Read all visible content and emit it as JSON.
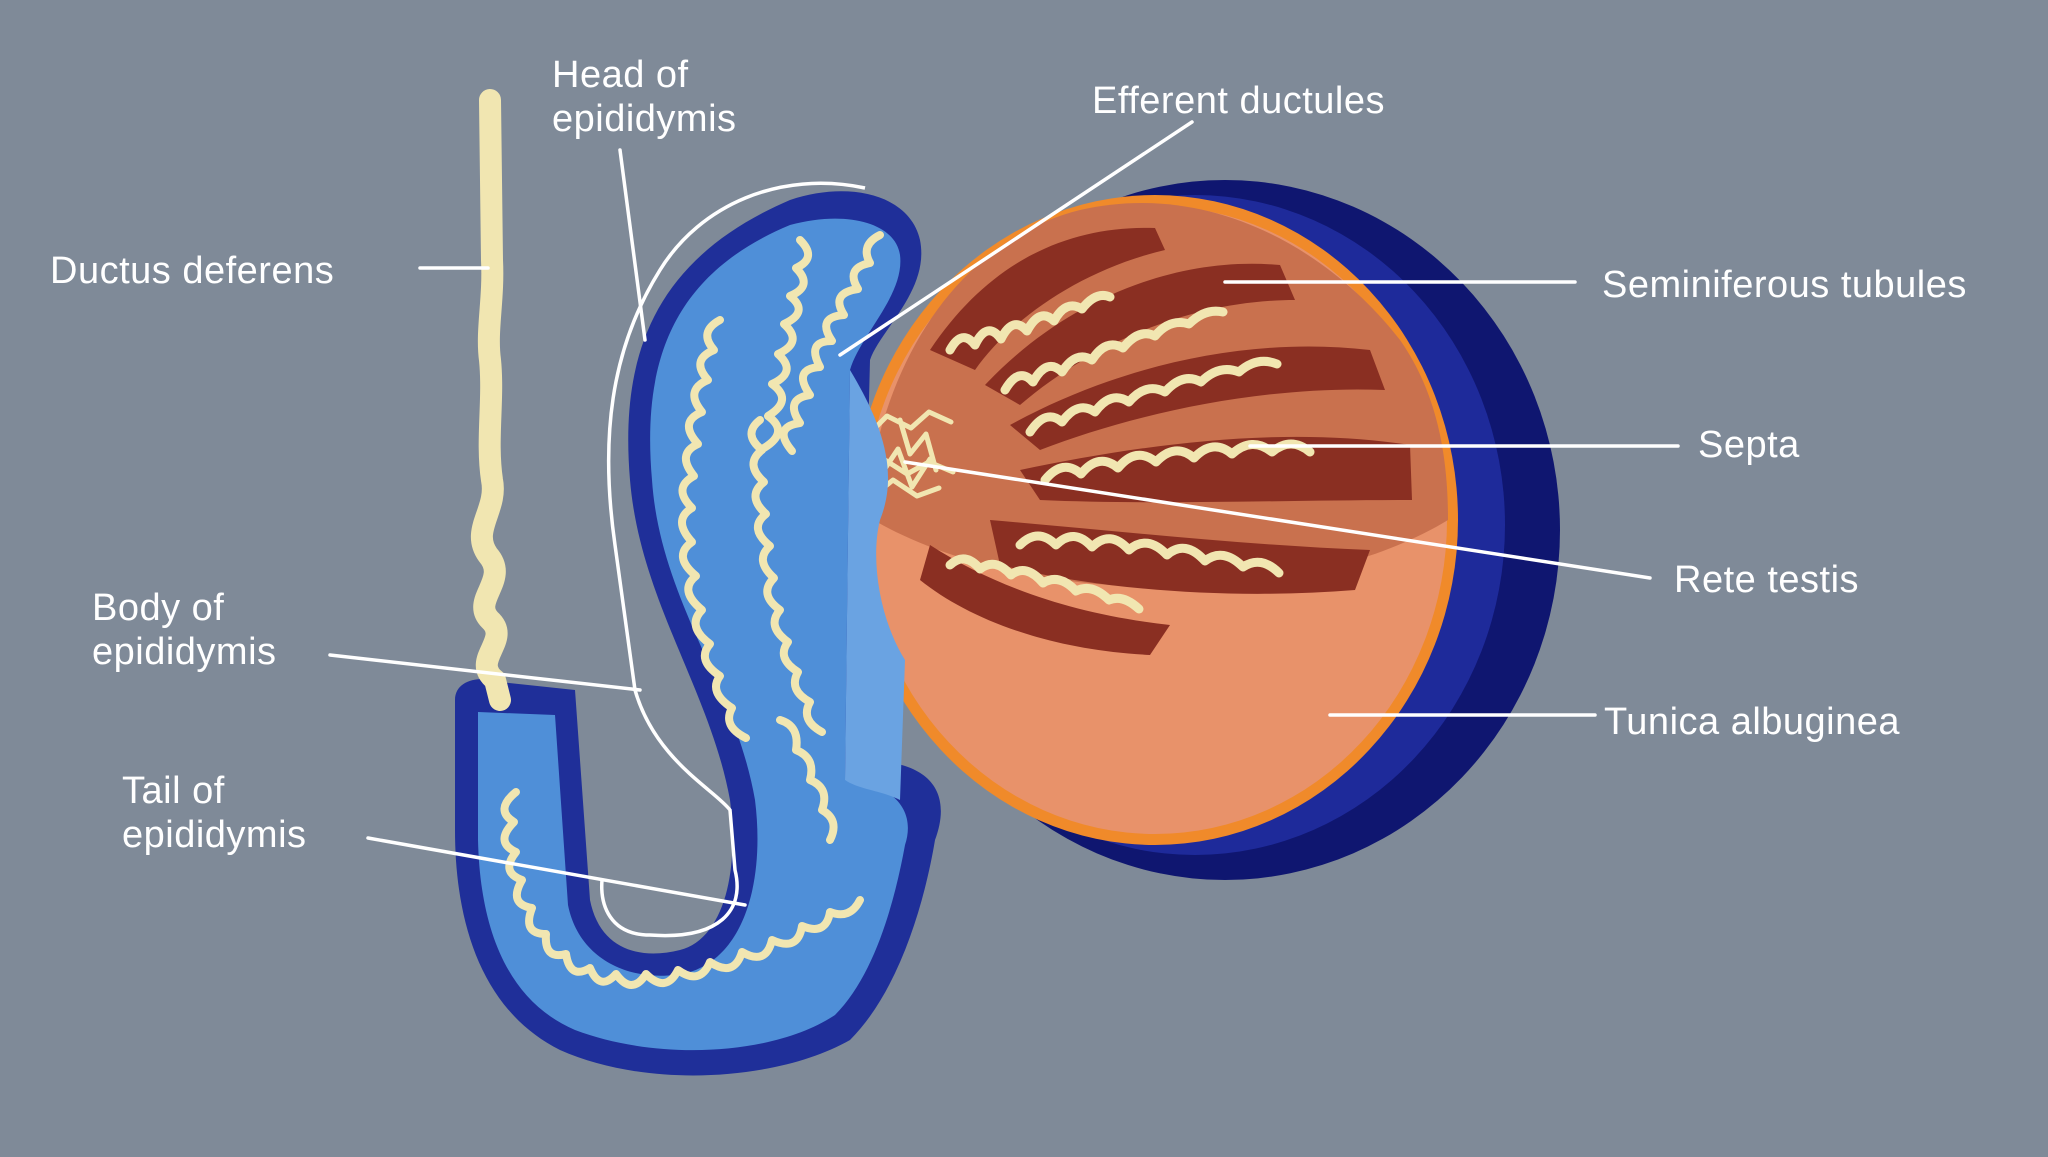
{
  "diagram": {
    "colors": {
      "background": "#7f8a98",
      "epididymis_outer": "#1f2f99",
      "epididymis_inner": "#4f8fd8",
      "tubule": "#f1e6b1",
      "tunica_vaginalis": "#0f1670",
      "testis_core": "#e8926a",
      "lobule": "#8a2f22",
      "orange_rim": "#f08a2a",
      "leader_lines": "#ffffff"
    },
    "labels": {
      "head_of_epididymis": [
        "Head of",
        "epididymis"
      ],
      "efferent_ductules": "Efferent ductules",
      "ductus_deferens": "Ductus deferens",
      "seminiferous_tubules": "Seminiferous tubules",
      "septa": "Septa",
      "rete_testis": "Rete testis",
      "body_of_epididymis": [
        "Body of",
        "epididymis"
      ],
      "tunica_albuginea": "Tunica albuginea",
      "tail_of_epididymis": [
        "Tail of",
        "epididymis"
      ]
    }
  }
}
